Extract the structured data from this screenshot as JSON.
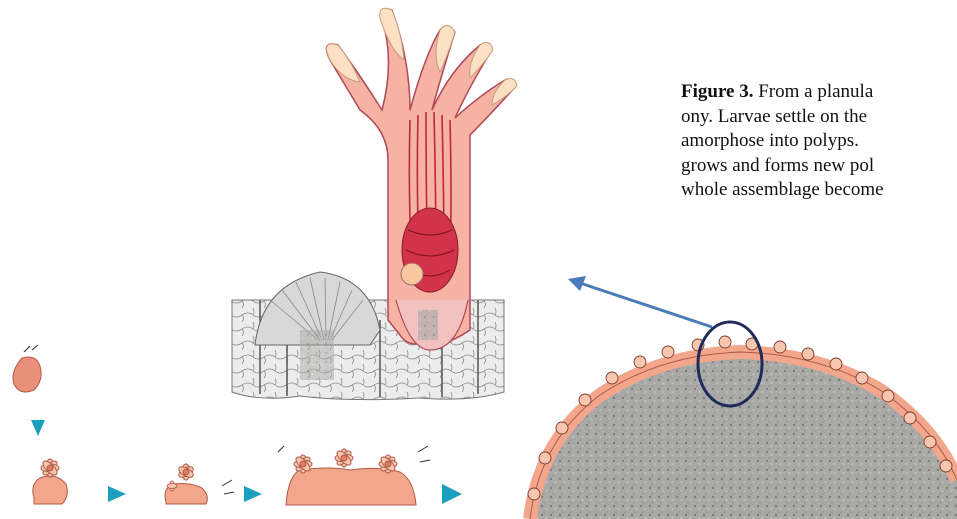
{
  "caption": {
    "label": "Figure 3.",
    "lines": [
      "From a planula",
      "ony. Larvae settle on the",
      "amorphose   into   polyps.",
      "grows and forms new pol",
      "whole assemblage become"
    ]
  },
  "colors": {
    "tissue": "#f2a68c",
    "tissue_dark": "#e07a64",
    "polyp_red": "#d8334a",
    "tentacle_tip": "#fbe0c4",
    "skeleton": "#9a9a9a",
    "arrow_blue": "#4a7ab8",
    "triangle_cyan": "#1b9fbf",
    "circle_navy": "#1f2c5a"
  },
  "illustrations": [
    "polyp-cross-section",
    "planula-larva",
    "settled-polyp",
    "budding-polyp",
    "young-colony",
    "mature-colony"
  ]
}
